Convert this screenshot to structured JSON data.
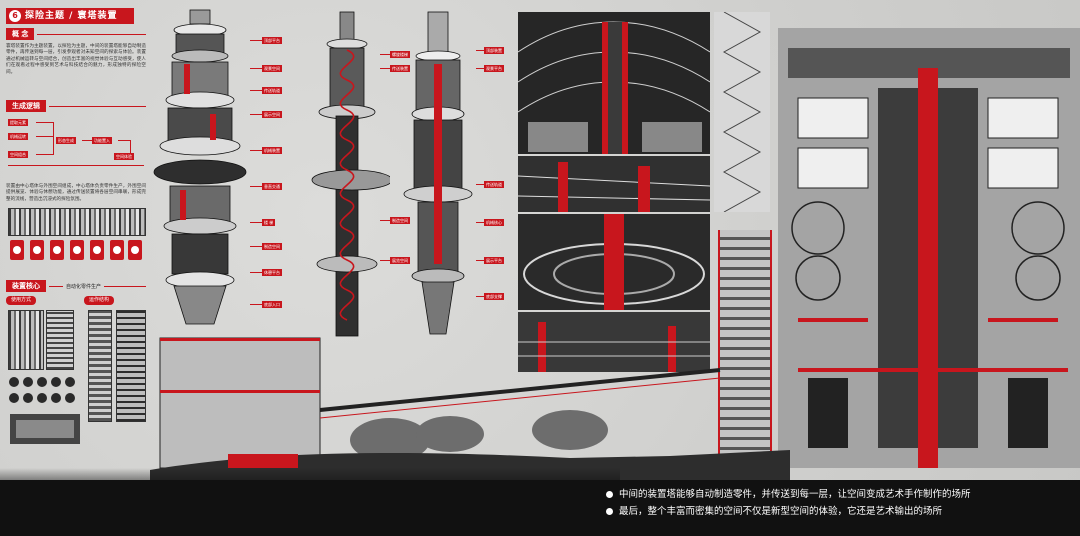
{
  "header": {
    "number": "6",
    "title": "探险主题 / 寰塔装置"
  },
  "sections": {
    "concept": "概 念",
    "generation": "生成逻辑",
    "core": "装置核心",
    "core_sub": "自动化零件生产",
    "method": "使用方式",
    "structure": "运作结构"
  },
  "concept_text": "寰塔装置作为主题装置，以探险为主题，中间的装置塔能够自动制造零件，再传送到每一层，引发参观者对未知空间的探索与体验。装置通过机械运转与空间结合，创造出丰富的视觉体验与互动感受，使人们在观看过程中感受到艺术与科技结合的魅力，形成独特的探险空间。",
  "flow": {
    "boxes": [
      "提取元素",
      "机械运转",
      "空间组合",
      "形态生成",
      "功能置入",
      "空间体验"
    ]
  },
  "generation_text": "装置由中心塔体与外围空间组成，中心塔体负责零件生产，外围空间提供展览、体验与休憩功能，通过传送装置将各层空间串联，形成完整的流线，营造出沉浸式的探险氛围。",
  "callouts": {
    "tower1": [
      "顶部平台",
      "观景空间",
      "传送轨道",
      "展示空间",
      "机械装置",
      "垂直交通",
      "楼 梯",
      "制造空间",
      "休憩平台",
      "底部入口"
    ],
    "tower2": [
      "螺旋楼梯",
      "传送装置",
      "制造空间",
      "展览空间"
    ],
    "tower3": [
      "顶部装置",
      "观景平台",
      "传送轨道",
      "机械核心",
      "展示平台",
      "底部支撑"
    ]
  },
  "captions": [
    "中间的装置塔能够自动制造零件，并传送到每一层，让空间变成艺术手作制作的场所",
    "最后，整个丰富而密集的空间不仅是新型空间的体验，它还是艺术输出的场所"
  ]
}
